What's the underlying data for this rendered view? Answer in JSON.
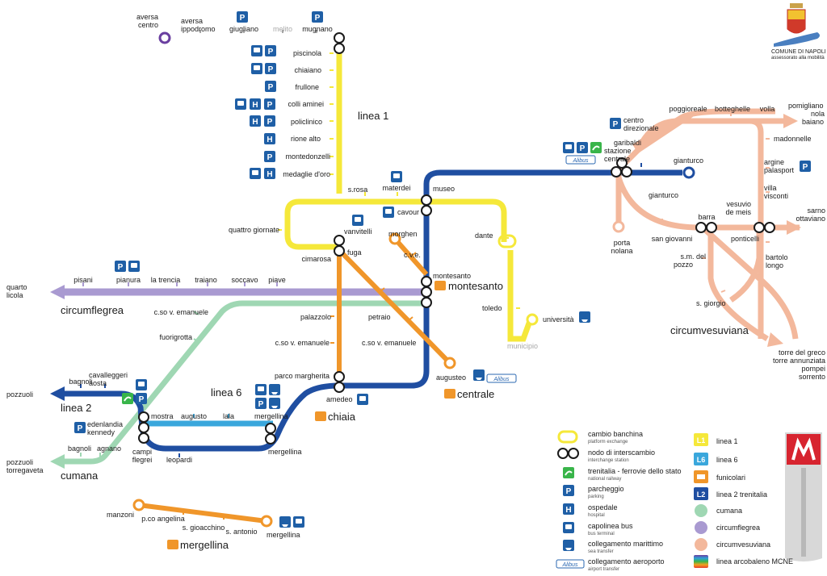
{
  "lines": {
    "linea1": "linea 1",
    "linea6": "linea 6",
    "linea2": "linea 2",
    "circumflegrea": "circumflegrea",
    "cumana": "cumana",
    "circumvesuviana": "circumvesuviana"
  },
  "stations": {
    "aversa_centro": [
      "aversa",
      "centro"
    ],
    "aversa_ippodromo": [
      "aversa",
      "ippodromo"
    ],
    "giugliano": "giugliano",
    "melito": "melito",
    "mugnano": "mugnano",
    "piscinola": "piscinola",
    "chiaiano": "chiaiano",
    "frullone": "frullone",
    "colli_aminei": "colli aminei",
    "policlinico": "policlinico",
    "rione_alto": "rione alto",
    "montedonzelli": "montedonzelli",
    "medaglie_doro": "medaglie d'oro",
    "s_rosa": "s.rosa",
    "materdei": "materdei",
    "museo": "museo",
    "cavour": "cavour",
    "quattro_giornate": "quattro giornate",
    "vanvitelli": "vanvitelli",
    "cimarosa": "cimarosa",
    "fuga": "fuga",
    "morghen": "morghen",
    "cve": "c.v.e.",
    "dante": "dante",
    "montesanto": "montesanto",
    "toledo": "toledo",
    "universita": "università",
    "municipio": "municipio",
    "pisani": "pisani",
    "pianura": "pianura",
    "la_trencia": "la trencia",
    "traiano": "traiano",
    "soccavo": "soccavo",
    "piave": "piave",
    "quarto_licola": [
      "quarto",
      "licola"
    ],
    "cso_ve_cf": "c.so v. emanuele",
    "fuorigrotta": "fuorigrotta",
    "palazzolo": "palazzolo",
    "petraio": "petraio",
    "cso_ve_1": "c.so v. emanuele",
    "cso_ve_2": "c.so v. emanuele",
    "parco_margherita": "parco margherita",
    "augusteo": "augusteo",
    "amedeo": "amedeo",
    "bagnoli_l2": "bagnoli",
    "cavalleggeri_aosta": [
      "cavalleggeri",
      "aosta"
    ],
    "pozzuoli": "pozzuoli",
    "mostra": "mostra",
    "augusto": "augusto",
    "lala": "lala",
    "mergellina_l6": "mergellina",
    "edenlandia_kennedy": [
      "edenlandia",
      "kennedy"
    ],
    "campi_flegrei": [
      "campi",
      "flegrei"
    ],
    "leopardi": "leopardi",
    "mergellina_l2": "mergellina",
    "bagnoli_cumana": "bagnoli",
    "agnano": "agnano",
    "pozzuoli_torregaveta": [
      "pozzuoli",
      "torregaveta"
    ],
    "manzoni": "manzoni",
    "pco_angelina": "p.co angelina",
    "s_gioacchino": "s. gioacchino",
    "s_antonio": "s. antonio",
    "mergellina_f": "mergellina",
    "centro_direzionale": [
      "centro",
      "direzionale"
    ],
    "garibaldi": [
      "garibaldi",
      "stazione",
      "centrale"
    ],
    "gianturco_e": "gianturco",
    "gianturco_w": "gianturco",
    "porta_nolana": [
      "porta",
      "nolana"
    ],
    "poggioreale": "poggioreale",
    "botteghelle": "botteghelle",
    "volla": "volla",
    "pomigliano": [
      "pomigliano",
      "nola",
      "baiano"
    ],
    "madonnelle": "madonnelle",
    "argine": [
      "argine",
      "palasport"
    ],
    "villa_visconti": [
      "villa",
      "visconti"
    ],
    "vesuvio_de_meis": [
      "vesuvio",
      "de meis"
    ],
    "sarno": [
      "sarno",
      "ottaviano"
    ],
    "barra": "barra",
    "san_giovanni": "san giovanni",
    "ponticelli": "ponticelli",
    "sm_del_pozzo": [
      "s.m. del",
      "pozzo"
    ],
    "bartolo_longo": [
      "bartolo",
      "longo"
    ],
    "s_giorgio": "s. giorgio",
    "torre_del_greco": [
      "torre del greco",
      "torre annunziata",
      "pompei",
      "sorrento"
    ]
  },
  "funicolari": {
    "montesanto": "montesanto",
    "centrale": "centrale",
    "chiaia": "chiaia",
    "mergellina": "mergellina"
  },
  "alibus": "Alibus",
  "branding": {
    "comune": "COMUNE DI NAPOLI",
    "assessorato": "assessorato alla mobilità"
  },
  "pictograms": {
    "parking": "P",
    "hospital": "H",
    "line1": "L1",
    "line6": "L6",
    "line2": "L2"
  },
  "legend": [
    {
      "label": "cambio banchina",
      "sub": "platform exchange"
    },
    {
      "label": "nodo di interscambio",
      "sub": "interchange station"
    },
    {
      "label": "trenitalia - ferrovie dello stato",
      "sub": "national railway"
    },
    {
      "label": "parcheggio",
      "sub": "parking"
    },
    {
      "label": "ospedale",
      "sub": "hospital"
    },
    {
      "label": "capolinea bus",
      "sub": "bus terminal"
    },
    {
      "label": "collegamento marittimo",
      "sub": "sea transfer"
    },
    {
      "label": "collegamento aeroporto",
      "sub": "airport transfer"
    }
  ],
  "legend_lines": [
    "linea 1",
    "linea 6",
    "funicolari",
    "linea 2 trenitalia",
    "cumana",
    "circumflegrea",
    "circumvesuviana",
    "linea arcobaleno MCNE"
  ],
  "colors": {
    "linea1": "#f5e83a",
    "linea6": "#3aa7dc",
    "linea2": "#1f4ea1",
    "funicolare": "#f0962a",
    "circumflegrea": "#a99ad1",
    "cumana": "#9fd7b3",
    "circumvesuviana": "#f3b89c",
    "pictogram": "#1f5fa6",
    "metro_logo": "#d7242f"
  }
}
